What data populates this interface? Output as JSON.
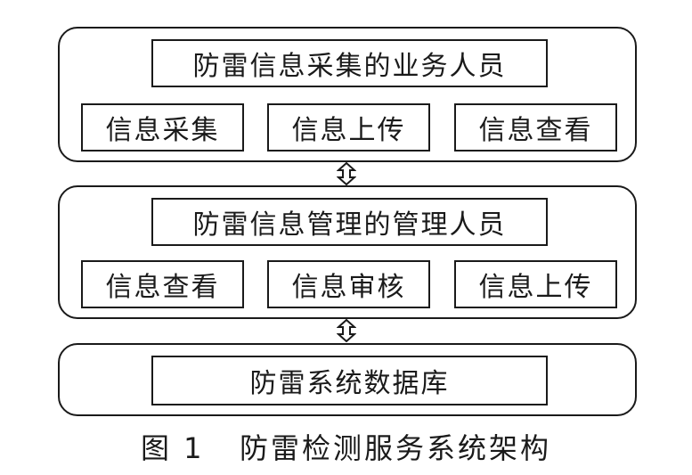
{
  "tiers": [
    {
      "title": "防雷信息采集的业务人员",
      "items": [
        "信息采集",
        "信息上传",
        "信息查看"
      ]
    },
    {
      "title": "防雷信息管理的管理人员",
      "items": [
        "信息查看",
        "信息审核",
        "信息上传"
      ]
    },
    {
      "title": "防雷系统数据库",
      "items": []
    }
  ],
  "caption": {
    "label": "图 1",
    "text": "防雷检测服务系统架构"
  },
  "connectors": [
    "double-arrow-icon",
    "double-arrow-icon"
  ]
}
